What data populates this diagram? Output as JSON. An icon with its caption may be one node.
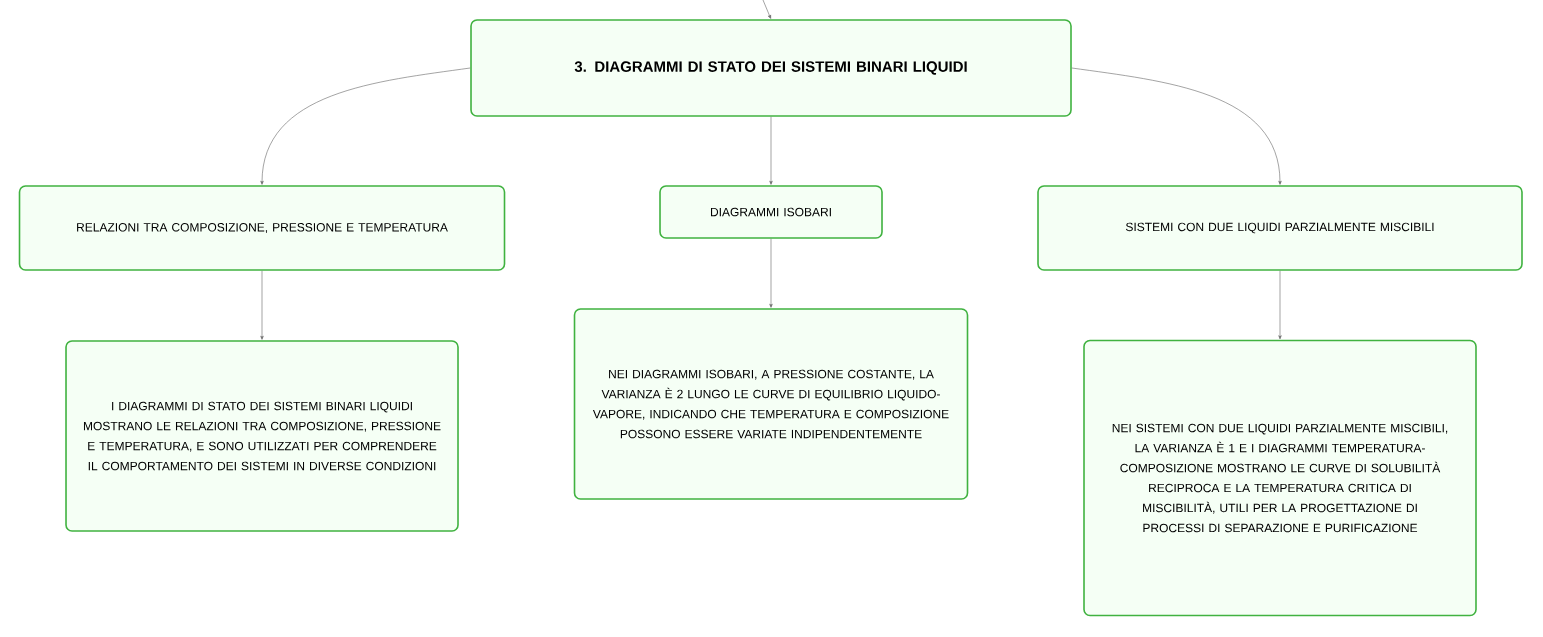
{
  "diagram": {
    "nodes": [
      {
        "text": [
          "3. DIAGRAMMI DI STATO DEI SISTEMI BINARI LIQUIDI"
        ]
      },
      {
        "text": [
          "RELAZIONI TRA COMPOSIZIONE, PRESSIONE E TEMPERATURA"
        ]
      },
      {
        "text": [
          "DIAGRAMMI ISOBARI"
        ]
      },
      {
        "text": [
          "SISTEMI CON DUE LIQUIDI PARZIALMENTE MISCIBILI"
        ]
      },
      {
        "text": [
          "I DIAGRAMMI DI STATO DEI SISTEMI BINARI LIQUIDI MOSTRANO LE RELAZIONI TRA COMPOSIZIONE, PRESSIONE E TEMPERATURA, E SONO UTILIZZATI PER COMPRENDERE IL COMPORTAMENTO DEI SISTEMI IN DIVERSE CONDIZIONI"
        ]
      },
      {
        "text": [
          "NEI DIAGRAMMI ISOBARI, A PRESSIONE COSTANTE, LA VARIANZA È 2 LUNGO LE CURVE DI EQUILIBRIO LIQUIDO-VAPORE, INDICANDO CHE TEMPERATURA E COMPOSIZIONE POSSONO ESSERE VARIATE INDIPENDENTEMENTE"
        ]
      },
      {
        "text": [
          "NEI SISTEMI CON DUE LIQUIDI PARZIALMENTE MISCIBILI, LA VARIANZA È 1 E I DIAGRAMMI TEMPERATURA-COMPOSIZIONE MOSTRANO LE CURVE DI SOLUBILITÀ RECIPROCA E LA TEMPERATURA CRITICA DI MISCIBILITÀ, UTILI PER LA PROGETTAZIONE DI PROCESSI DI SEPARAZIONE E PURIFICAZIONE"
        ]
      }
    ],
    "edges": [
      {
        "from": null,
        "to": 0,
        "arrow": "to"
      },
      {
        "from": 0,
        "to": 1,
        "arrow": "to"
      },
      {
        "from": 0,
        "to": 2,
        "arrow": "to"
      },
      {
        "from": 0,
        "to": 3,
        "arrow": "to"
      },
      {
        "from": 1,
        "to": 4,
        "arrow": "to"
      },
      {
        "from": 2,
        "to": 5,
        "arrow": "to"
      },
      {
        "from": 3,
        "to": 6,
        "arrow": "to"
      }
    ]
  }
}
